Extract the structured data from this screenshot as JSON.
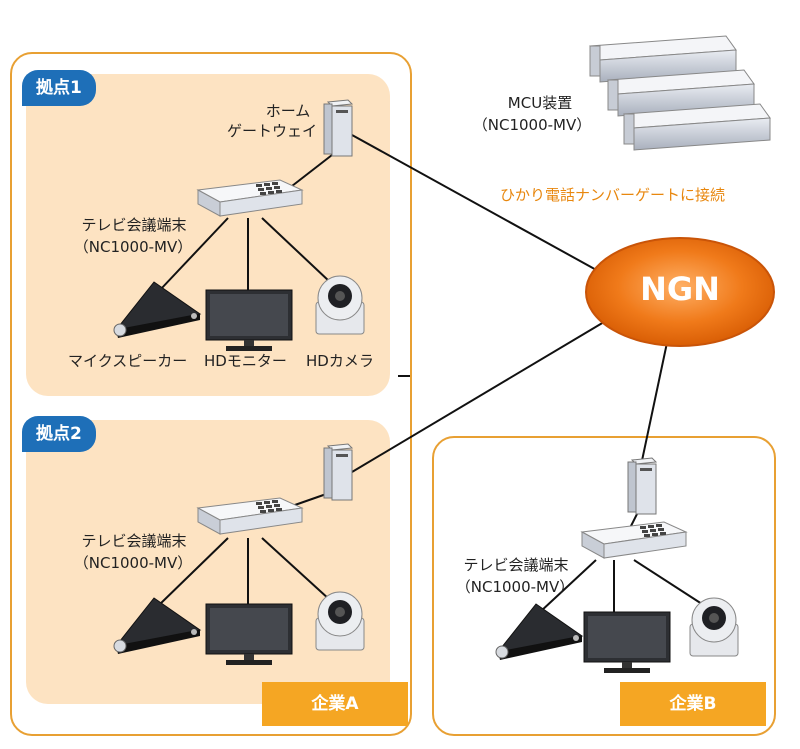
{
  "sites": {
    "site1": "拠点1",
    "site2": "拠点2"
  },
  "companies": {
    "a": "企業A",
    "b": "企業B"
  },
  "network": {
    "ngn_label": "NGN",
    "connection_note": "ひかり電話ナンバーゲートに接続"
  },
  "mcu": {
    "line1": "MCU装置",
    "line2": "（NC1000-MV）"
  },
  "gateway": {
    "line1": "ホーム",
    "line2": "ゲートウェイ"
  },
  "terminal": {
    "line1": "テレビ会議端末",
    "line2": "（NC1000-MV）"
  },
  "devices": {
    "mic": "マイクスピーカー",
    "monitor": "HDモニター",
    "camera": "HDカメラ"
  },
  "colors": {
    "zone_fill": "#fde3c2",
    "box_border": "#e8a033",
    "site_tag": "#1e6fb8",
    "company_tag": "#f5a623",
    "ngn_fill": "#f07a1a"
  }
}
